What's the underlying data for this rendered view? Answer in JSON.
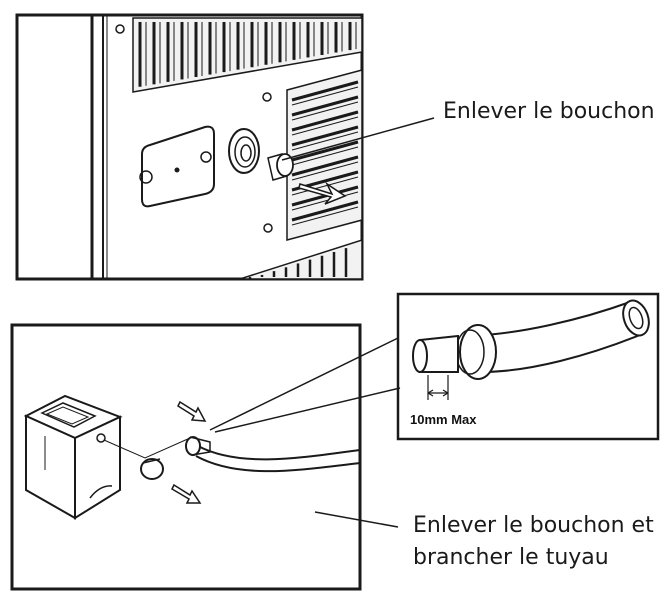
{
  "diagram": {
    "captions": {
      "top": "Enlever le bouchon",
      "bottom_line1": "Enlever le bouchon et",
      "bottom_line2": "brancher le tuyau"
    },
    "inset": {
      "dimension_label": "10mm Max"
    },
    "colors": {
      "line": "#1a1a1a",
      "background": "#ffffff",
      "vent": "#f2f2f2"
    }
  }
}
